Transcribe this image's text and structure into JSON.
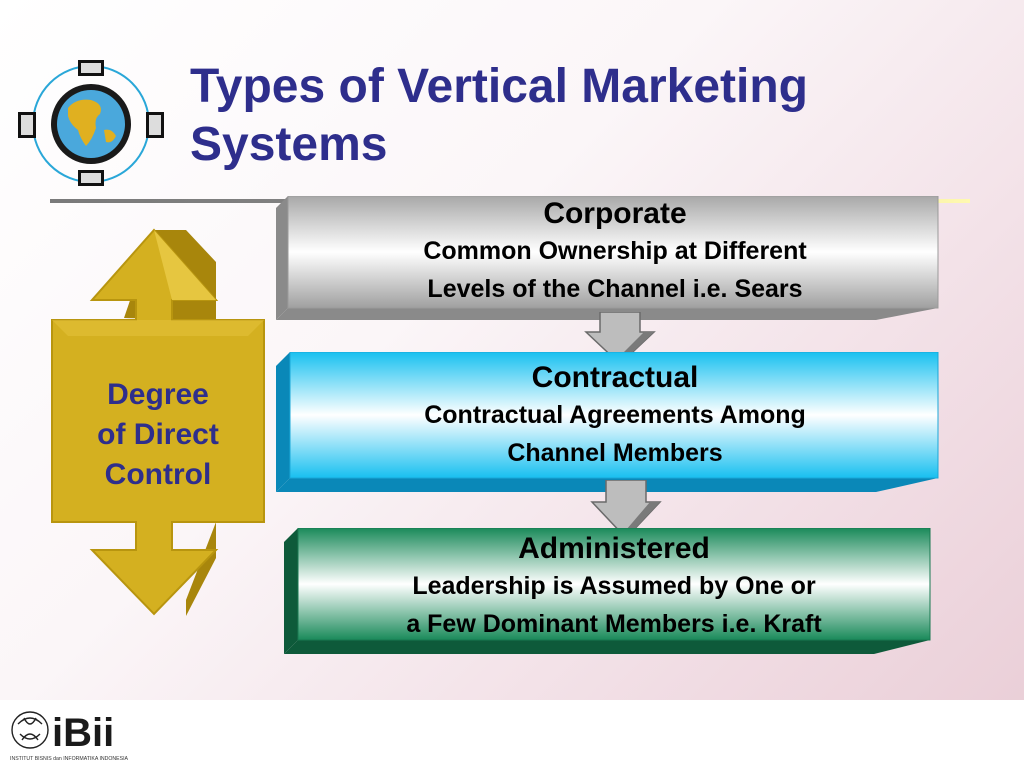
{
  "slide": {
    "title": "Types of Vertical Marketing Systems",
    "control_arrow_label": [
      "Degree",
      "of Direct",
      "Control"
    ],
    "systems": [
      {
        "name": "Corporate",
        "description_lines": [
          "Common Ownership at Different",
          "Levels of the Channel i.e. Sears"
        ]
      },
      {
        "name": "Contractual",
        "description_lines": [
          "Contractual Agreements Among",
          "Channel Members"
        ]
      },
      {
        "name": "Administered",
        "description_lines": [
          "Leadership is Assumed by One or",
          "a Few Dominant Members i.e. Kraft"
        ]
      }
    ],
    "colors": {
      "title": "#2e2e8c",
      "arrow": "#d4b020",
      "corporate": "#b8b8b8",
      "contractual": "#1ec8f0",
      "administered": "#1a8a5a"
    }
  },
  "footer": {
    "logo_text": "iBii",
    "logo_subtext": "INSTITUT BISNIS dan INFORMATIKA INDONESIA"
  }
}
